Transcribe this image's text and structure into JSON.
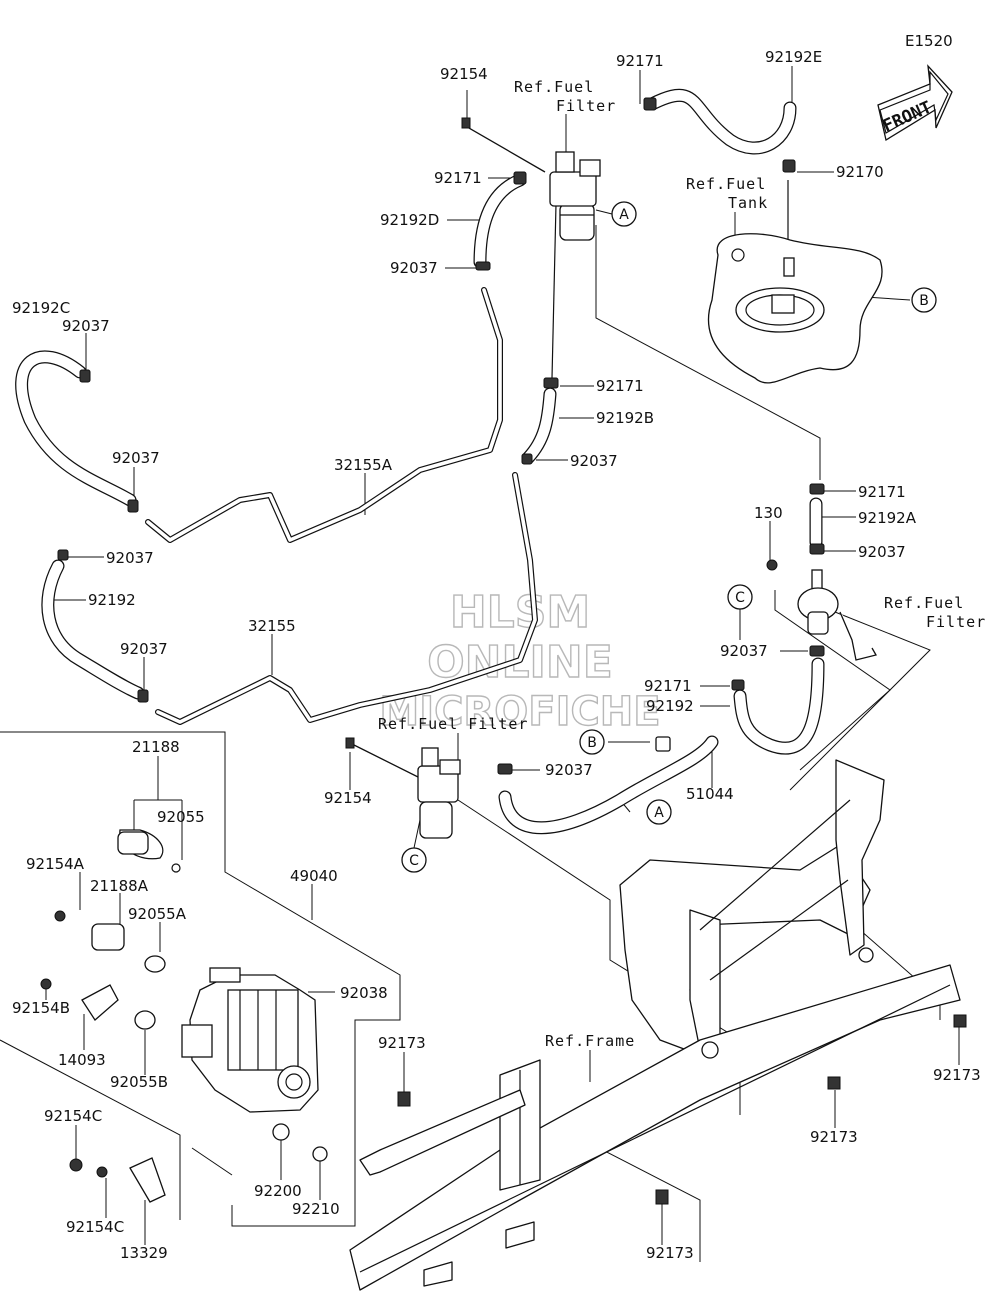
{
  "diagram_code": "E1520",
  "front_label": "FRONT",
  "watermark": {
    "line1": "HLSM",
    "line2": "ONLINE",
    "line3": "MICROFICHE"
  },
  "refs": {
    "fuel_filter_top_1": "Ref.Fuel",
    "fuel_filter_top_2": "Filter",
    "fuel_tank_1": "Ref.Fuel",
    "fuel_tank_2": "Tank",
    "fuel_filter_right_1": "Ref.Fuel",
    "fuel_filter_right_2": "Filter",
    "fuel_filter_mid": "Ref.Fuel Filter",
    "frame": "Ref.Frame"
  },
  "markers": {
    "a": "A",
    "b": "B",
    "c": "C"
  },
  "parts": {
    "p92154_top": "92154",
    "p92171_top_right": "92171",
    "p92192E": "92192E",
    "p92171_left": "92171",
    "p92170": "92170",
    "p92192D": "92192D",
    "p92037_upper": "92037",
    "p92192C": "92192C",
    "p92037_c": "92037",
    "p92171_mid": "92171",
    "p92192B": "92192B",
    "p92037_left_upper": "92037",
    "p32155A": "32155A",
    "p92037_b": "92037",
    "p92171_right": "92171",
    "p130": "130",
    "p92192A": "92192A",
    "p92037_right": "92037",
    "p92037_lower_left": "92037",
    "p92192": "92192",
    "p32155": "32155",
    "p92037_lower_left2": "92037",
    "p92037_c2": "92037",
    "p92171_low": "92171",
    "p92192_low": "92192",
    "p21188": "21188",
    "p92055": "92055",
    "p92154_mid": "92154",
    "p92037_mid": "92037",
    "p51044": "51044",
    "p92154A": "92154A",
    "p21188A": "21188A",
    "p49040": "49040",
    "p92055A": "92055A",
    "p92038": "92038",
    "p92154B": "92154B",
    "p14093": "14093",
    "p92055B": "92055B",
    "p92173_mid": "92173",
    "p92173_right": "92173",
    "p92173_right2": "92173",
    "p92154C_1": "92154C",
    "p92154C_2": "92154C",
    "p13329": "13329",
    "p92200": "92200",
    "p92210": "92210",
    "p92173_bottom": "92173"
  }
}
